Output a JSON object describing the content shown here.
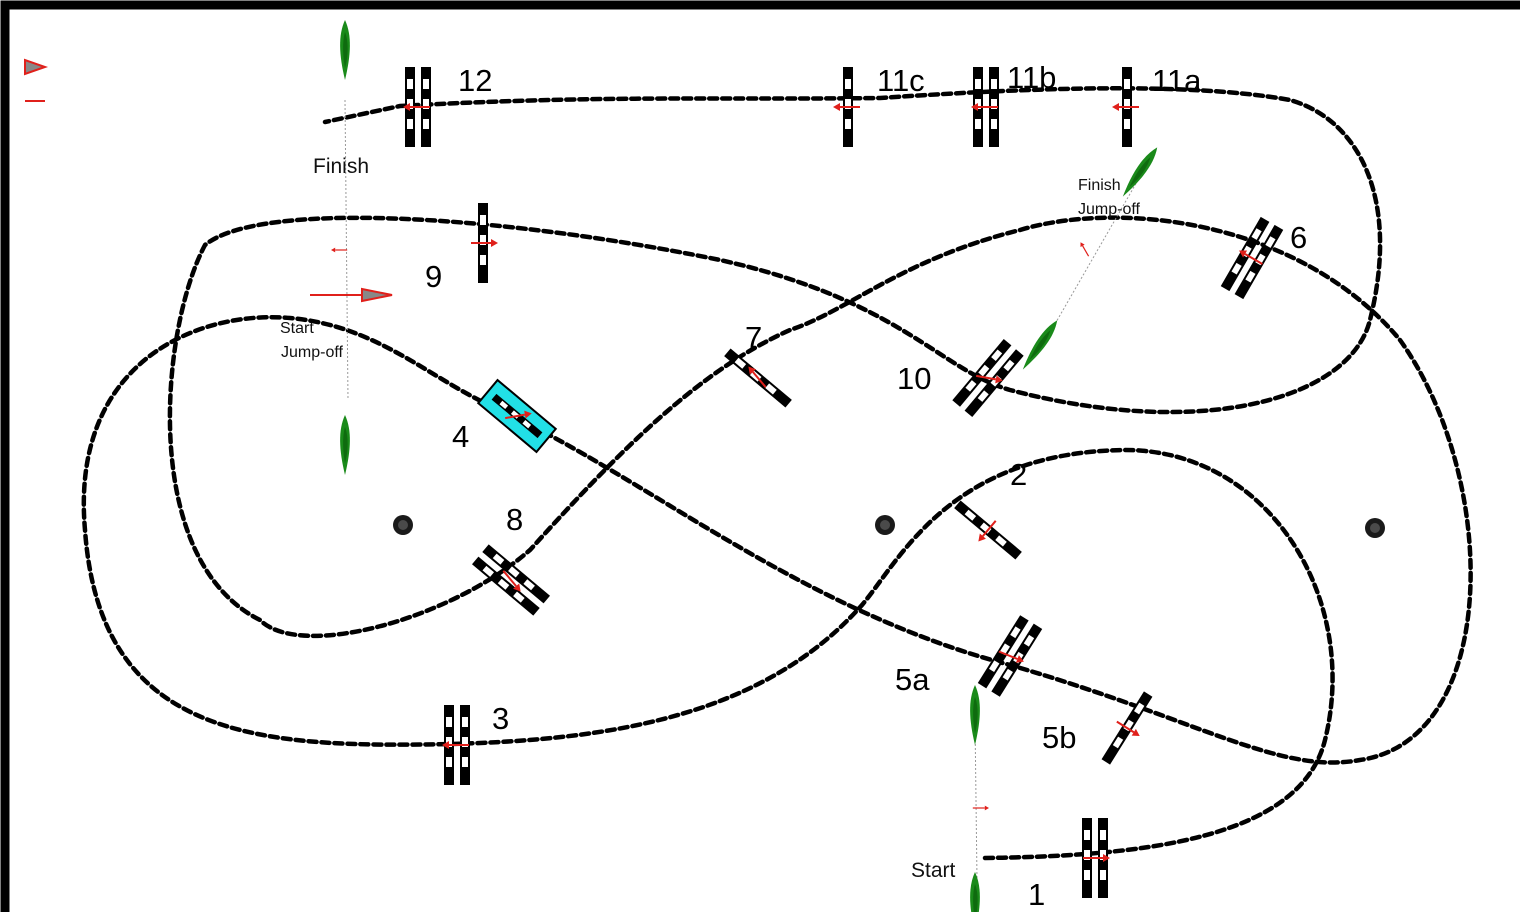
{
  "course": {
    "jumps": [
      {
        "id": "1"
      },
      {
        "id": "2"
      },
      {
        "id": "3"
      },
      {
        "id": "4"
      },
      {
        "id": "5a"
      },
      {
        "id": "5b"
      },
      {
        "id": "6"
      },
      {
        "id": "7"
      },
      {
        "id": "8"
      },
      {
        "id": "9"
      },
      {
        "id": "10"
      },
      {
        "id": "11a"
      },
      {
        "id": "11b"
      },
      {
        "id": "11c"
      },
      {
        "id": "12"
      }
    ],
    "labels": {
      "start": "Start",
      "finish": "Finish",
      "start_jumpoff_1": "Start",
      "start_jumpoff_2": "Jump-off",
      "finish_jumpoff_1": "Finish",
      "finish_jumpoff_2": "Jump-off"
    },
    "colors": {
      "path": "#000000",
      "direction_arrow": "#e0201b",
      "water_jump": "#22e0e6",
      "flag": "#1a8a1a",
      "border": "#000000"
    },
    "icons": {
      "legend_arrow": "triangle-arrow-icon",
      "legend_dash": "red-dash-icon",
      "tree": "tree-icon",
      "flag": "flag-icon"
    }
  }
}
